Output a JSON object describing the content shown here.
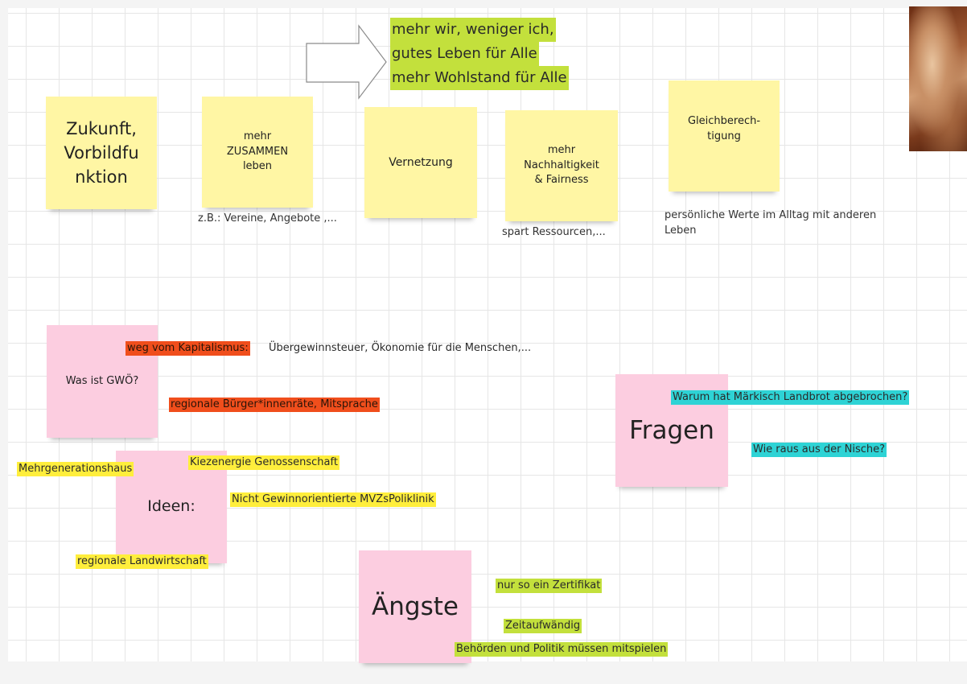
{
  "goal_lines": [
    "mehr wir, weniger ich,",
    "gutes Leben für Alle",
    "mehr Wohlstand für Alle"
  ],
  "notes": {
    "zukunft": "Zukunft,\nVorbildfu\nnktion",
    "zusammen": "mehr\nZUSAMMEN\nleben",
    "vernetzung": "Vernetzung",
    "nachhaltigkeit": "mehr\nNachhaltigkeit\n& Fairness",
    "gleichberechtigung": "Gleichberech-\ntigung",
    "gwoe": "Was ist GWÖ?",
    "ideen": "Ideen:",
    "fragen": "Fragen",
    "aengste": "Ängste"
  },
  "captions": {
    "zusammen": "z.B.: Vereine, Angebote ,...",
    "nachhaltigkeit": "spart Ressourcen,...",
    "gleichberechtigung": "persönliche Werte im Alltag mit anderen\nLeben"
  },
  "gwoe_tags": {
    "kapitalismus": "weg vom Kapitalismus:",
    "kapitalismus_rest": "Übergewinnsteuer, Ökonomie für die Menschen,...",
    "buergerraete": "regionale Bürger*innenräte, Mitsprache"
  },
  "ideen_tags": [
    "Mehrgenerationshaus",
    "Kiezenergie Genossenschaft",
    "Nicht Gewinnorientierte MVZsPoliklinik",
    "regionale Landwirtschaft"
  ],
  "fragen_tags": [
    "Warum hat Märkisch Landbrot abgebrochen?",
    "Wie raus aus der Nische?"
  ],
  "aengste_tags": [
    "nur so ein Zertifikat",
    "Zeitaufwändig",
    "Behörden und Politik müssen mitspielen"
  ],
  "colors": {
    "sticky_yellow": "#fff6a4",
    "sticky_pink": "#fccde0",
    "highlight_yellow": "#ffee3c",
    "highlight_red": "#f04e1c",
    "highlight_cyan": "#2ed3d5",
    "highlight_lime": "#c3e03c"
  }
}
